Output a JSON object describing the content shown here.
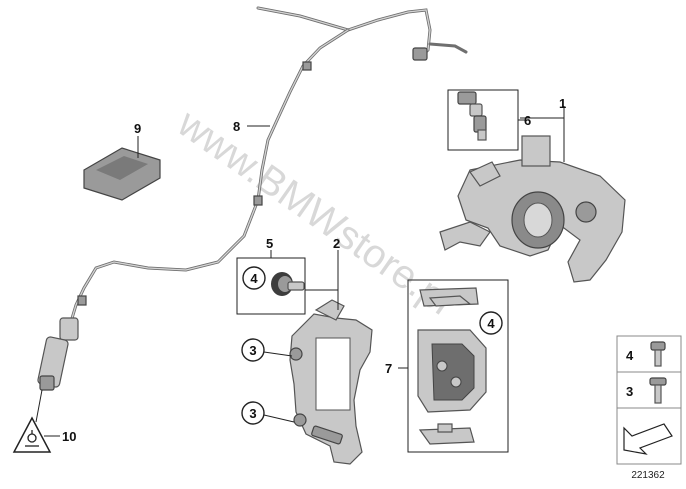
{
  "diagram": {
    "watermark": "www.BMWstore.pl",
    "figure_number": "221362",
    "callouts": {
      "c1": "1",
      "c2": "2",
      "c3a": "3",
      "c3b": "3",
      "c4a": "4",
      "c4b": "4",
      "c5": "5",
      "c6": "6",
      "c7": "7",
      "c8": "8",
      "c9": "9",
      "c10": "10"
    },
    "legend": {
      "bolt4": "4",
      "bolt3": "3"
    }
  }
}
